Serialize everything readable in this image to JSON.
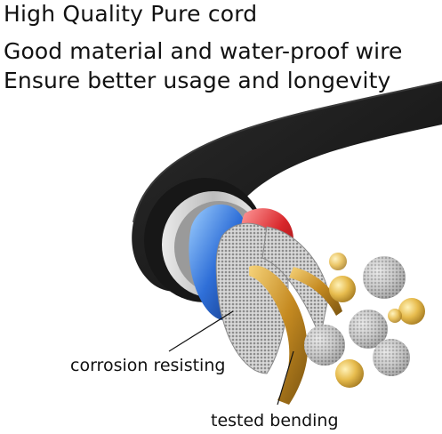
{
  "header": {
    "title": "High Quality Pure cord",
    "line1": "Good material and water-proof wire",
    "line2": "Ensure better usage and longevity"
  },
  "callouts": {
    "corrosion": "corrosion resisting",
    "bending": "tested bending"
  },
  "colors": {
    "jacket": "#1f1f1f",
    "shield": "#cfcfcf",
    "blue_insulation": "#2f6fd8",
    "red_insulation": "#d8262a",
    "copper_strand": "#e2b44a",
    "silver_strand": "#a7a7a7"
  },
  "icons": {
    "illustration": "cable-cross-section-illustration"
  }
}
